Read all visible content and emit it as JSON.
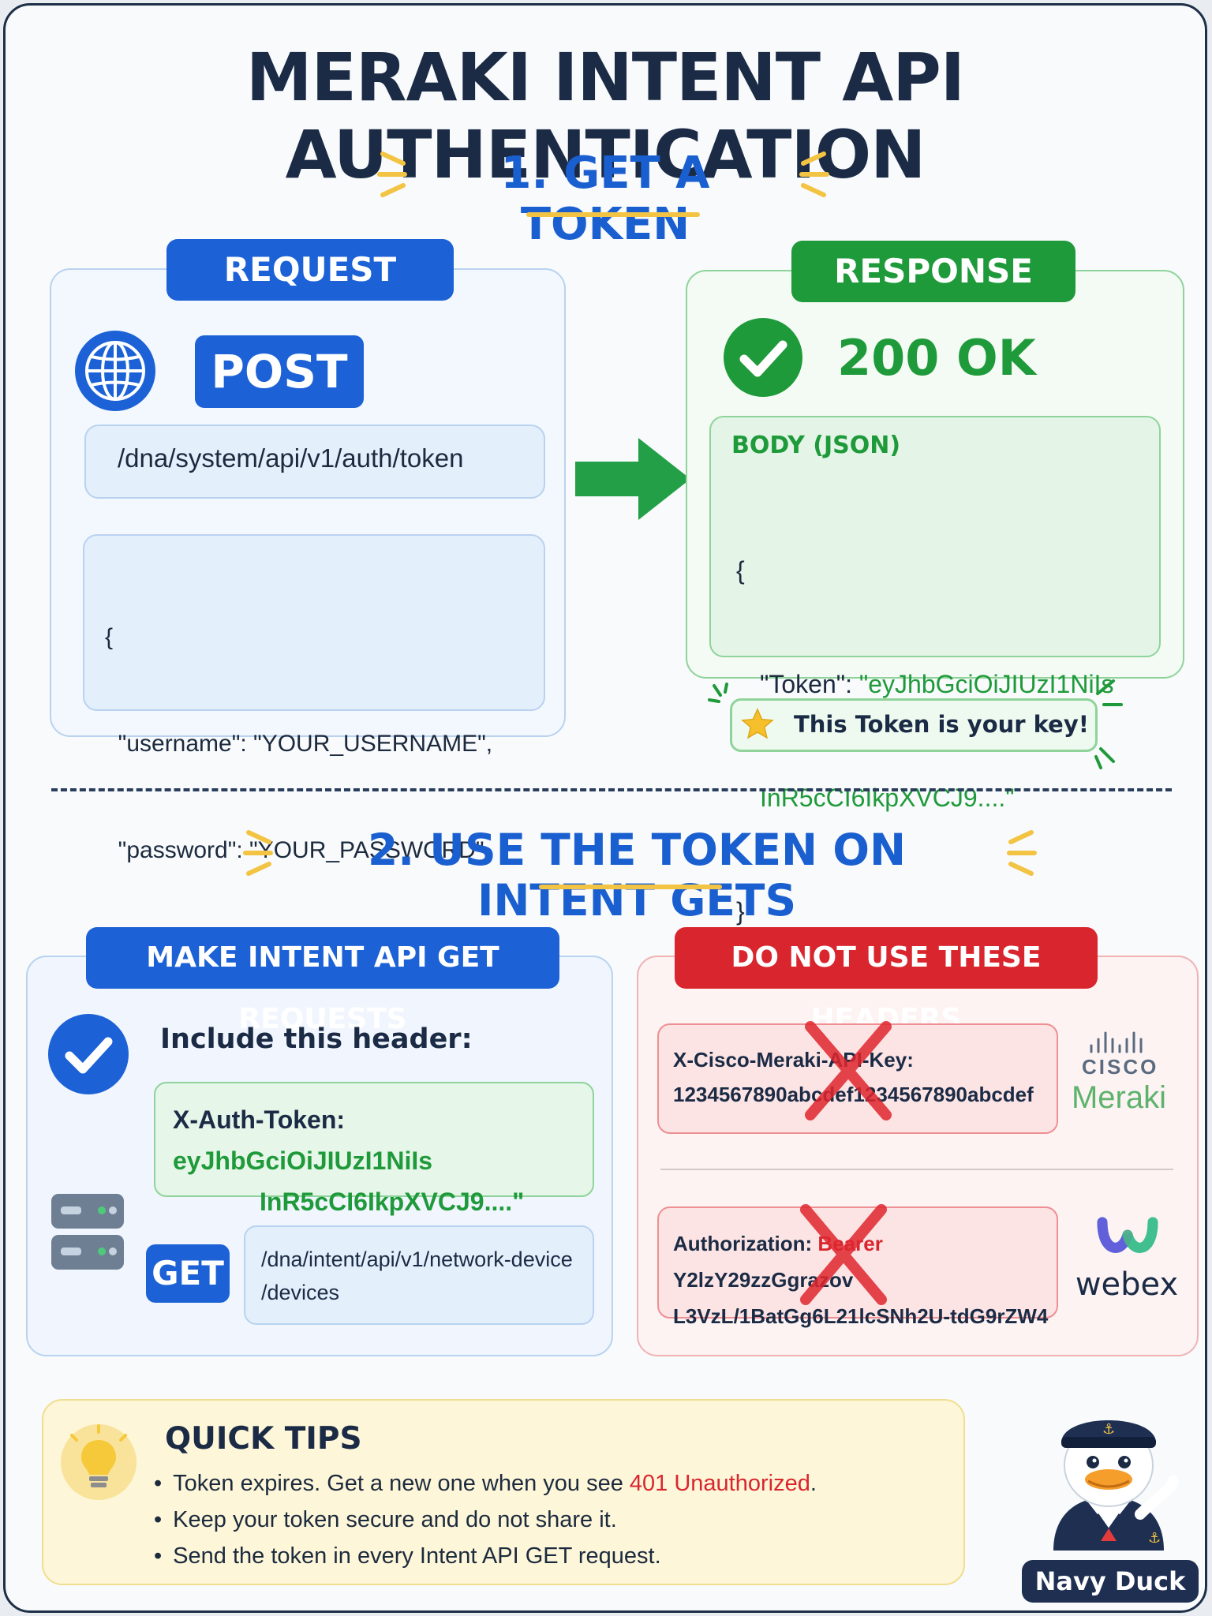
{
  "title": "MERAKI INTENT API AUTHENTICATION",
  "section1": {
    "title": "1. GET A TOKEN",
    "request": {
      "tab": "REQUEST",
      "method": "POST",
      "endpoint": "/dna/system/api/v1/auth/token",
      "body_lines": [
        "{",
        "  \"username\": \"YOUR_USERNAME\",",
        "  \"password\": \"YOUR_PASSWORD\"",
        "}"
      ]
    },
    "response": {
      "tab": "RESPONSE",
      "status": "200 OK",
      "body_label": "BODY (JSON)",
      "open_brace": "{",
      "token_key": "\"Token\": ",
      "token_value_1": "\"eyJhbGciOiJIUzI1NiIs",
      "token_value_2": "InR5cCI6IkpXVCJ9....\"",
      "close_brace": "}"
    },
    "key_note": "This Token is your key!"
  },
  "section2": {
    "title": "2. USE THE TOKEN ON INTENT GETS",
    "make": {
      "tab": "MAKE INTENT API GET REQUESTS",
      "include_label": "Include this header:",
      "header_key": "X-Auth-Token: ",
      "header_value_1": "eyJhbGciOiJIUzI1NiIs",
      "header_value_2": "InR5cCI6IkpXVCJ9....\"",
      "method": "GET",
      "endpoint_1": "/dna/intent/api/v1/network-device",
      "endpoint_2": "/devices"
    },
    "donot": {
      "tab": "DO NOT USE THESE HEADERS",
      "meraki_line_1": "X-Cisco-Meraki-API-Key:",
      "meraki_line_2": "1234567890abcdef1234567890abcdef",
      "cisco_text": "CISCO",
      "meraki_text": "Meraki",
      "webex_line_1_prefix": "Authorization: ",
      "webex_line_1_bearer": "Bearer",
      "webex_line_1_rest": " Y2lzY29zzGgrazov",
      "webex_line_2": "L3VzL/1BatGg6L21lcSNh2U-tdG9rZW4",
      "webex_text": "webex"
    }
  },
  "tips": {
    "title": "QUICK TIPS",
    "tip1_prefix": "Token expires. Get a new one when you see ",
    "tip1_highlight": "401 Unauthorized",
    "tip1_suffix": ".",
    "tip2": "Keep your token secure and do not share it.",
    "tip3": "Send the token in every Intent API GET request."
  },
  "mascot": {
    "name": "Navy Duck"
  },
  "colors": {
    "navy": "#1b2b45",
    "blue": "#1a5fd0",
    "green": "#1f9a3a",
    "red": "#d9262e",
    "yellow": "#f3c443"
  }
}
